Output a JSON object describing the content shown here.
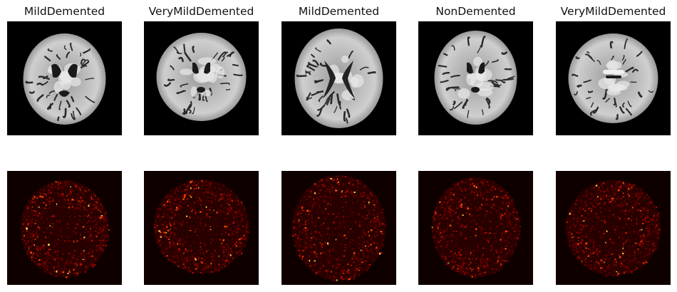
{
  "panels": [
    {
      "title": "MildDemented"
    },
    {
      "title": "VeryMildDemented"
    },
    {
      "title": "MildDemented"
    },
    {
      "title": "NonDemented"
    },
    {
      "title": "VeryMildDemented"
    }
  ],
  "colors": {
    "mri_background": "#000000",
    "saliency_background": "#0f0000",
    "saliency_hot": "#ff3300"
  },
  "image_rows": [
    "mri-scan",
    "saliency-heatmap"
  ]
}
